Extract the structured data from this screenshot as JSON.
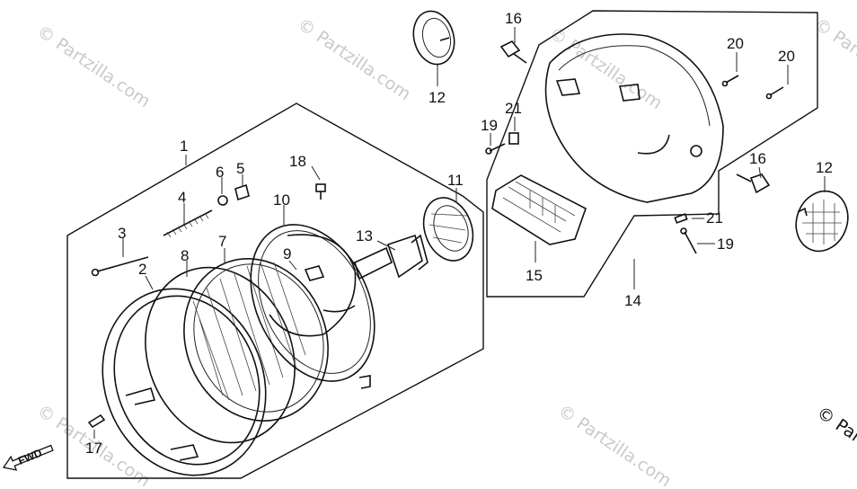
{
  "callouts": [
    {
      "id": "1",
      "text": "1"
    },
    {
      "id": "2",
      "text": "2"
    },
    {
      "id": "3",
      "text": "3"
    },
    {
      "id": "4",
      "text": "4"
    },
    {
      "id": "5",
      "text": "5"
    },
    {
      "id": "6",
      "text": "6"
    },
    {
      "id": "7",
      "text": "7"
    },
    {
      "id": "8",
      "text": "8"
    },
    {
      "id": "9",
      "text": "9"
    },
    {
      "id": "10",
      "text": "10"
    },
    {
      "id": "11",
      "text": "11"
    },
    {
      "id": "12a",
      "text": "12"
    },
    {
      "id": "12b",
      "text": "12"
    },
    {
      "id": "13",
      "text": "13"
    },
    {
      "id": "14",
      "text": "14"
    },
    {
      "id": "15",
      "text": "15"
    },
    {
      "id": "16a",
      "text": "16"
    },
    {
      "id": "16b",
      "text": "16"
    },
    {
      "id": "17",
      "text": "17"
    },
    {
      "id": "18",
      "text": "18"
    },
    {
      "id": "19a",
      "text": "19"
    },
    {
      "id": "19b",
      "text": "19"
    },
    {
      "id": "20a",
      "text": "20"
    },
    {
      "id": "20b",
      "text": "20"
    },
    {
      "id": "21a",
      "text": "21"
    },
    {
      "id": "21b",
      "text": "21"
    }
  ],
  "direction_arrow": {
    "label": "FWD"
  },
  "watermarks": [
    {
      "text": "© Partzilla.com"
    },
    {
      "text": "© Partzilla.com"
    },
    {
      "text": "© Partzilla.com"
    },
    {
      "text": "© Partzilla.com"
    },
    {
      "text": "© Partzilla.com"
    },
    {
      "text": "© Partzilla.com"
    },
    {
      "text": "© Par"
    }
  ]
}
